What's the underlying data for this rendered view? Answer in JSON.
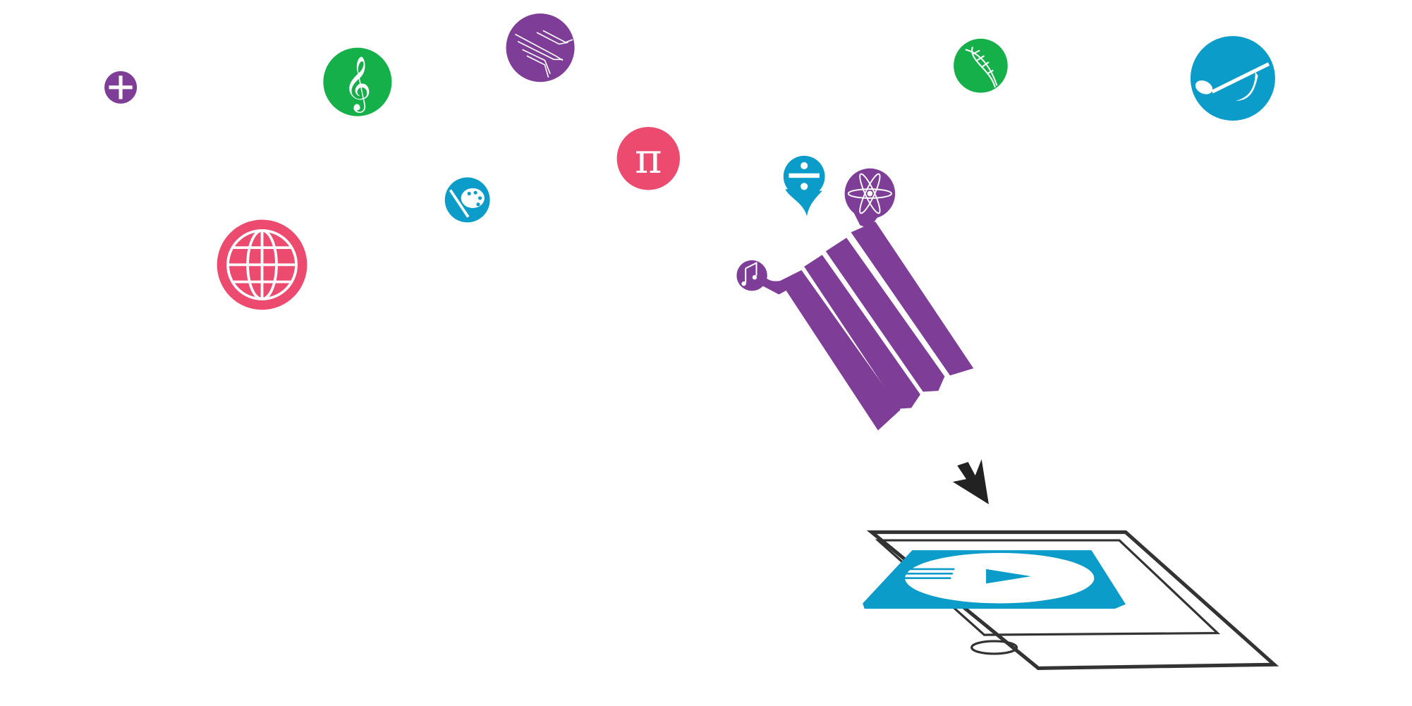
{
  "colors": {
    "purple": "#7e3d96",
    "green": "#16b04a",
    "pink": "#ec4a6e",
    "blue": "#0b9cc9",
    "ink": "#2a2a2a",
    "background": "#ffffff"
  },
  "icons": [
    {
      "name": "plus-icon",
      "color": "purple"
    },
    {
      "name": "treble-clef-icon",
      "color": "green"
    },
    {
      "name": "circuit-icon",
      "color": "purple"
    },
    {
      "name": "pi-icon",
      "color": "pink"
    },
    {
      "name": "palette-icon",
      "color": "blue"
    },
    {
      "name": "globe-icon",
      "color": "pink"
    },
    {
      "name": "dna-icon",
      "color": "green"
    },
    {
      "name": "music-note-icon",
      "color": "blue"
    },
    {
      "name": "divide-icon",
      "color": "blue"
    },
    {
      "name": "atom-icon",
      "color": "purple"
    },
    {
      "name": "small-music-icon",
      "color": "purple"
    }
  ],
  "illustration": {
    "cursor": "arrow-cursor-icon",
    "device": "tablet",
    "screen_icon": "play-icon"
  }
}
